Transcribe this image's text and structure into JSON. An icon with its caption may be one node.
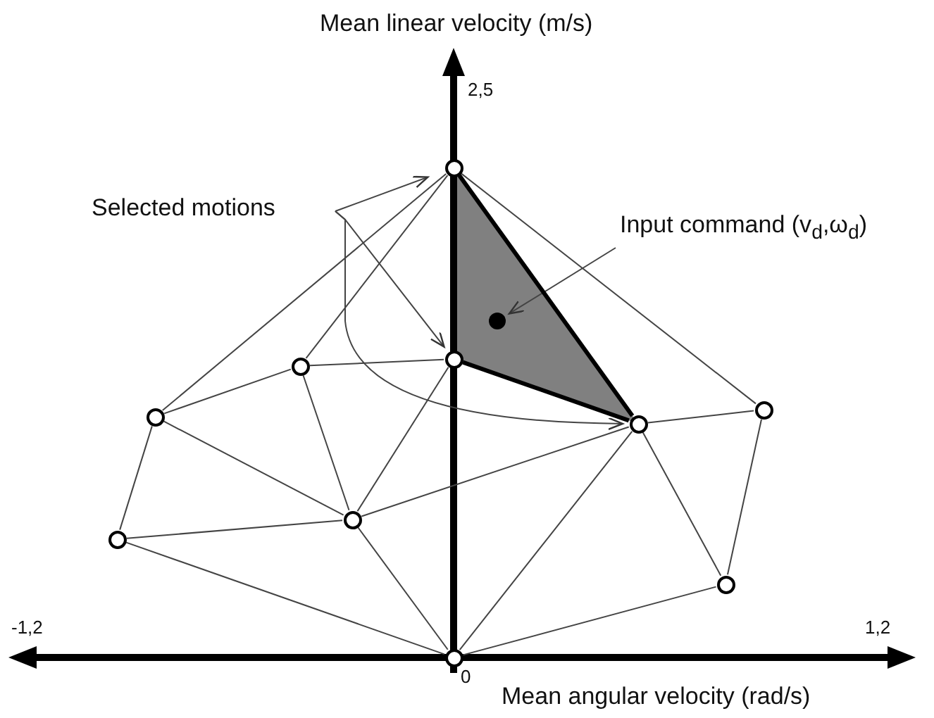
{
  "diagram": {
    "nodes": [
      {
        "text": [
          "Selected motions"
        ]
      },
      {
        "text": [
          "Input command (v$_{d}$,ω$_{d}$)"
        ]
      },
      {
        "text": [],
        "shape": "circle"
      },
      {
        "text": [],
        "shape": "circle"
      },
      {
        "text": [],
        "shape": "circle"
      },
      {
        "text": [],
        "shape": "circle"
      },
      {
        "text": [],
        "shape": "circle"
      },
      {
        "text": [],
        "shape": "circle"
      },
      {
        "text": [],
        "shape": "circle"
      },
      {
        "text": [],
        "shape": "circle"
      },
      {
        "text": [],
        "shape": "circle"
      },
      {
        "text": [],
        "shape": "circle"
      },
      {
        "text": [],
        "shape": "dot"
      }
    ],
    "edges": [
      {
        "from": 0,
        "to": 2,
        "arrow": "to"
      },
      {
        "from": 0,
        "to": 3,
        "arrow": "to"
      },
      {
        "from": 0,
        "to": 7,
        "arrow": "to"
      },
      {
        "from": 1,
        "to": 12,
        "arrow": "to"
      },
      {
        "from": 2,
        "to": 7,
        "arrow": "none",
        "style": "thick"
      },
      {
        "from": 3,
        "to": 7,
        "arrow": "none",
        "style": "thick"
      },
      {
        "from": 2,
        "to": 4,
        "arrow": "none"
      },
      {
        "from": 2,
        "to": 6,
        "arrow": "none"
      },
      {
        "from": 2,
        "to": 5,
        "arrow": "none"
      },
      {
        "from": 3,
        "to": 4,
        "arrow": "none"
      },
      {
        "from": 4,
        "to": 6,
        "arrow": "none"
      },
      {
        "from": 4,
        "to": 8,
        "arrow": "none"
      },
      {
        "from": 6,
        "to": 8,
        "arrow": "none"
      },
      {
        "from": 6,
        "to": 9,
        "arrow": "none"
      },
      {
        "from": 9,
        "to": 8,
        "arrow": "none"
      },
      {
        "from": 8,
        "to": 3,
        "arrow": "none"
      },
      {
        "from": 8,
        "to": 7,
        "arrow": "none"
      },
      {
        "from": 8,
        "to": 11,
        "arrow": "none"
      },
      {
        "from": 9,
        "to": 11,
        "arrow": "none"
      },
      {
        "from": 11,
        "to": 7,
        "arrow": "none"
      },
      {
        "from": 11,
        "to": 10,
        "arrow": "none"
      },
      {
        "from": 7,
        "to": 5,
        "arrow": "none"
      },
      {
        "from": 7,
        "to": 10,
        "arrow": "none"
      },
      {
        "from": 5,
        "to": 10,
        "arrow": "none"
      }
    ],
    "labels": [
      "Mean linear velocity (m/s)",
      "2,5",
      "-1,2",
      "1,2",
      "0",
      "Mean angular velocity (rad/s)"
    ]
  }
}
